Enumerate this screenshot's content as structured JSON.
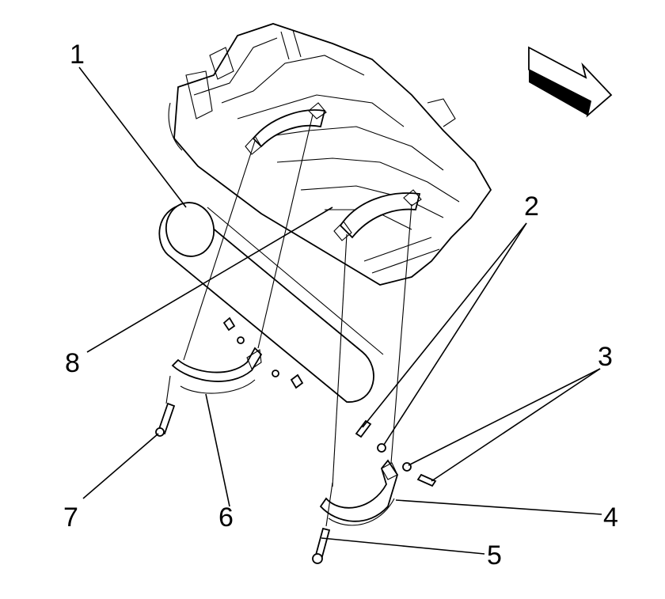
{
  "callouts": [
    {
      "id": "1",
      "label": "1",
      "part": "fuel-tank"
    },
    {
      "id": "2",
      "label": "2",
      "part": "rear-strap-hardware"
    },
    {
      "id": "3",
      "label": "3",
      "part": "rear-strap-nut-bolt"
    },
    {
      "id": "4",
      "label": "4",
      "part": "rear-fuel-tank-strap"
    },
    {
      "id": "5",
      "label": "5",
      "part": "rear-strap-bolt"
    },
    {
      "id": "6",
      "label": "6",
      "part": "front-fuel-tank-strap"
    },
    {
      "id": "7",
      "label": "7",
      "part": "front-strap-bolt"
    },
    {
      "id": "8",
      "label": "8",
      "part": "strap-mounting-point"
    }
  ],
  "icons": {
    "direction_arrow": "front-direction-arrow-icon"
  },
  "colors": {
    "line": "#000000",
    "background": "#ffffff"
  }
}
